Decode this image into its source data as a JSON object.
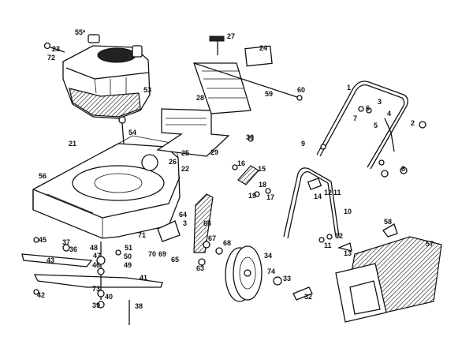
{
  "diagram": {
    "part_labels": [
      {
        "id": "p55",
        "text": "55ª"
      },
      {
        "id": "p27",
        "text": "27"
      },
      {
        "id": "p24",
        "text": "24"
      },
      {
        "id": "p23",
        "text": "23"
      },
      {
        "id": "p72",
        "text": "72"
      },
      {
        "id": "p53",
        "text": "53"
      },
      {
        "id": "p28",
        "text": "28"
      },
      {
        "id": "p59",
        "text": "59"
      },
      {
        "id": "p60",
        "text": "60"
      },
      {
        "id": "p1",
        "text": "1"
      },
      {
        "id": "p3",
        "text": "3"
      },
      {
        "id": "p6",
        "text": "6"
      },
      {
        "id": "p7",
        "text": "7"
      },
      {
        "id": "p4",
        "text": "4"
      },
      {
        "id": "p5",
        "text": "5"
      },
      {
        "id": "p2",
        "text": "2"
      },
      {
        "id": "p54",
        "text": "54"
      },
      {
        "id": "p30",
        "text": "30"
      },
      {
        "id": "p21",
        "text": "21"
      },
      {
        "id": "p25",
        "text": "25"
      },
      {
        "id": "p26",
        "text": "26"
      },
      {
        "id": "p29",
        "text": "29"
      },
      {
        "id": "p9",
        "text": "9"
      },
      {
        "id": "p22",
        "text": "22"
      },
      {
        "id": "p16",
        "text": "16"
      },
      {
        "id": "p15",
        "text": "15"
      },
      {
        "id": "p8",
        "text": "8"
      },
      {
        "id": "p56",
        "text": "56"
      },
      {
        "id": "p18",
        "text": "18"
      },
      {
        "id": "p19",
        "text": "19"
      },
      {
        "id": "p17",
        "text": "17"
      },
      {
        "id": "p14",
        "text": "14"
      },
      {
        "id": "p12a",
        "text": "12"
      },
      {
        "id": "p11a",
        "text": "11"
      },
      {
        "id": "p10",
        "text": "10"
      },
      {
        "id": "p64",
        "text": "64"
      },
      {
        "id": "p58",
        "text": "58"
      },
      {
        "id": "p3b",
        "text": "3"
      },
      {
        "id": "p66",
        "text": "66"
      },
      {
        "id": "p71",
        "text": "71"
      },
      {
        "id": "p57",
        "text": "57"
      },
      {
        "id": "p45",
        "text": "45"
      },
      {
        "id": "p37",
        "text": "37"
      },
      {
        "id": "p48",
        "text": "48"
      },
      {
        "id": "p12b",
        "text": "12"
      },
      {
        "id": "p11b",
        "text": "11"
      },
      {
        "id": "p13",
        "text": "13"
      },
      {
        "id": "p36",
        "text": "36"
      },
      {
        "id": "p47",
        "text": "47"
      },
      {
        "id": "p51",
        "text": "51"
      },
      {
        "id": "p67",
        "text": "67"
      },
      {
        "id": "p68",
        "text": "68"
      },
      {
        "id": "p70",
        "text": "70"
      },
      {
        "id": "p69",
        "text": "69"
      },
      {
        "id": "p65",
        "text": "65"
      },
      {
        "id": "p50",
        "text": "50"
      },
      {
        "id": "p34",
        "text": "34"
      },
      {
        "id": "p43",
        "text": "43"
      },
      {
        "id": "p46",
        "text": "46"
      },
      {
        "id": "p49",
        "text": "49"
      },
      {
        "id": "p63",
        "text": "63"
      },
      {
        "id": "p74",
        "text": "74"
      },
      {
        "id": "p33",
        "text": "33"
      },
      {
        "id": "p41",
        "text": "41"
      },
      {
        "id": "p73",
        "text": "73"
      },
      {
        "id": "p32",
        "text": "32"
      },
      {
        "id": "p42",
        "text": "42"
      },
      {
        "id": "p40",
        "text": "40"
      },
      {
        "id": "p39",
        "text": "39"
      },
      {
        "id": "p38",
        "text": "38"
      }
    ]
  }
}
